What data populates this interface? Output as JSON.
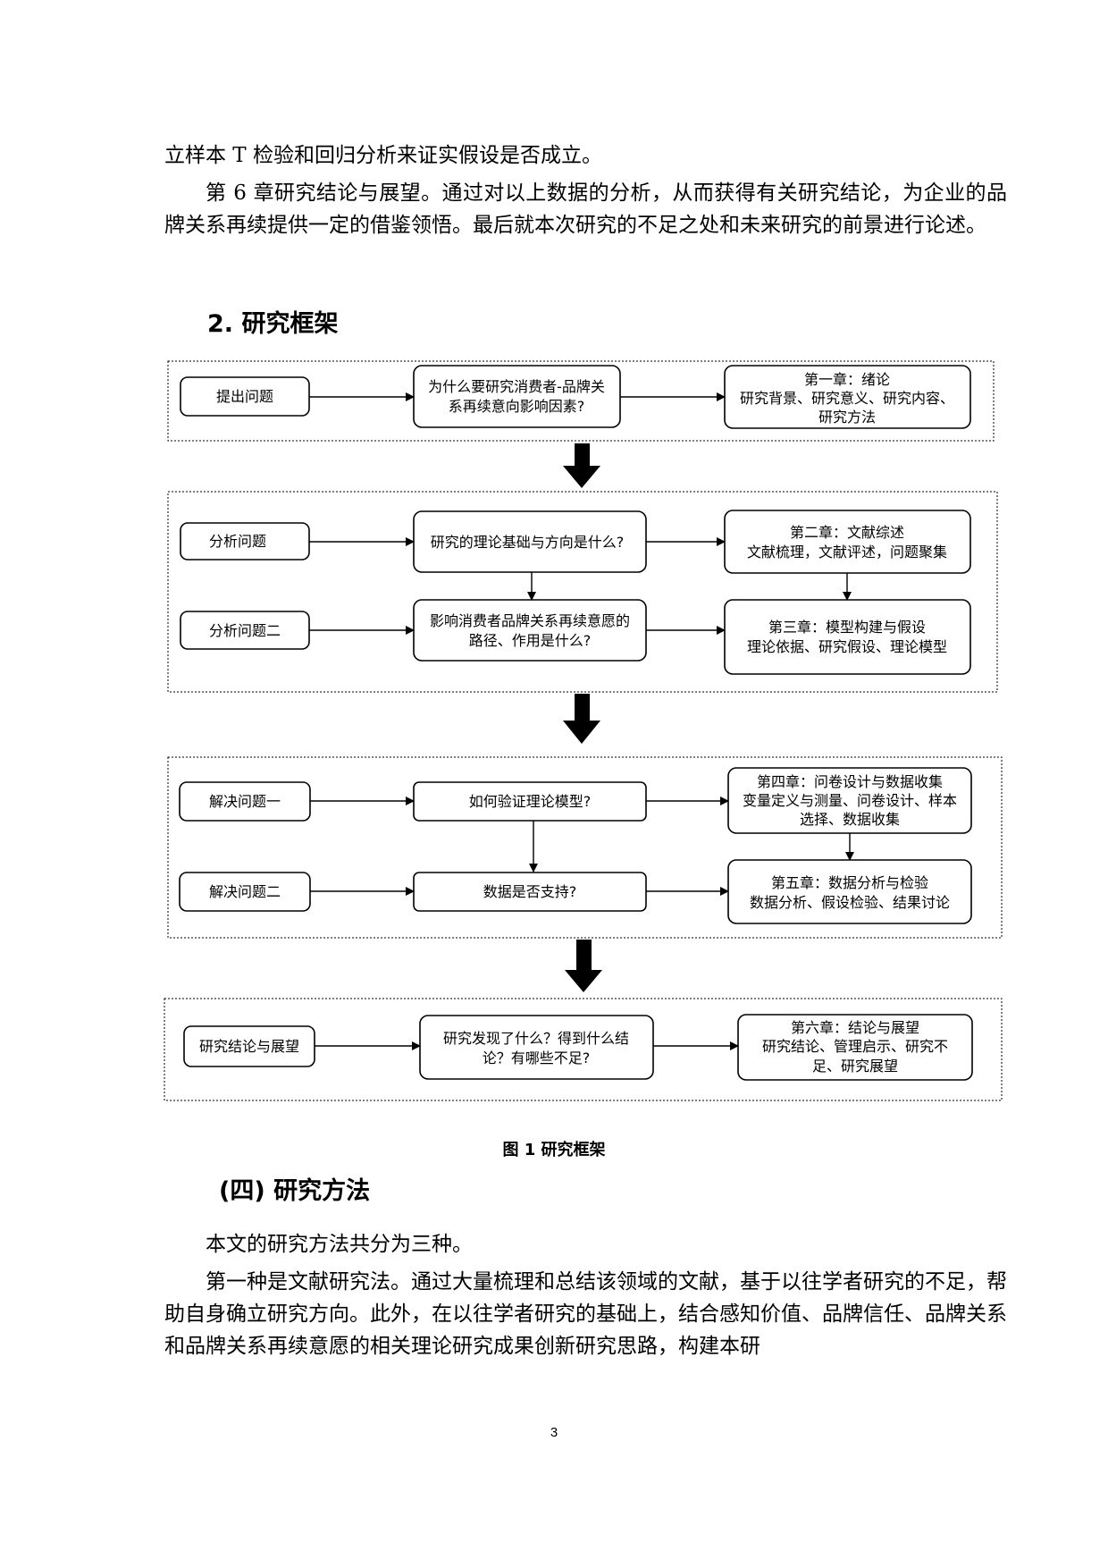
{
  "paragraphs": [
    "立样本 T 检验和回归分析来证实假设是否成立。",
    "第 6 章研究结论与展望。通过对以上数据的分析，从而获得有关研究结论，为企业的品牌关系再续提供一定的借鉴领悟。最后就本次研究的不足之处和未来研究的前景进行论述。",
    "本文的研究方法共分为三种。",
    "第一种是文献研究法。通过大量梳理和总结该领域的文献，基于以往学者研究的不足，帮助自身确立研究方向。此外，在以往学者研究的基础上，结合感知价值、品牌信任、品牌关系和品牌关系再续意愿的相关理论研究成果创新研究思路，构建本研"
  ],
  "headings": {
    "framework": "2. 研究框架",
    "methods": "(四)  研究方法"
  },
  "figure": {
    "caption": "图  1 研究框架",
    "rows": [
      {
        "left": "提出问题",
        "middle": [
          "为什么要研究消费者-品牌关",
          "系再续意向影响因素?"
        ],
        "right": [
          "第一章：绪论",
          "研究背景、研究意义、研究内容、",
          "研究方法"
        ]
      },
      {
        "left": "分析问题",
        "middle": [
          "研究的理论基础与方向是什么?"
        ],
        "right": [
          "第二章：文献综述",
          "文献梳理，文献评述，问题聚集"
        ]
      },
      {
        "left": "分析问题二",
        "middle": [
          "影响消费者品牌关系再续意愿的",
          "路径、作用是什么?"
        ],
        "right": [
          "第三章：模型构建与假设",
          "理论依据、研究假设、理论模型"
        ]
      },
      {
        "left": "解决问题一",
        "middle": [
          "如何验证理论模型?"
        ],
        "right": [
          "第四章：问卷设计与数据收集",
          "变量定义与测量、问卷设计、样本",
          "选择、数据收集"
        ]
      },
      {
        "left": "解决问题二",
        "middle": [
          "数据是否支持?"
        ],
        "right": [
          "第五章：数据分析与检验",
          "数据分析、假设检验、结果讨论"
        ]
      },
      {
        "left": "研究结论与展望",
        "middle": [
          "研究发现了什么？得到什么结",
          "论？有哪些不足?"
        ],
        "right": [
          "第六章：结论与展望",
          "研究结论、管理启示、研究不",
          "足、研究展望"
        ]
      }
    ]
  },
  "page_number": "3"
}
